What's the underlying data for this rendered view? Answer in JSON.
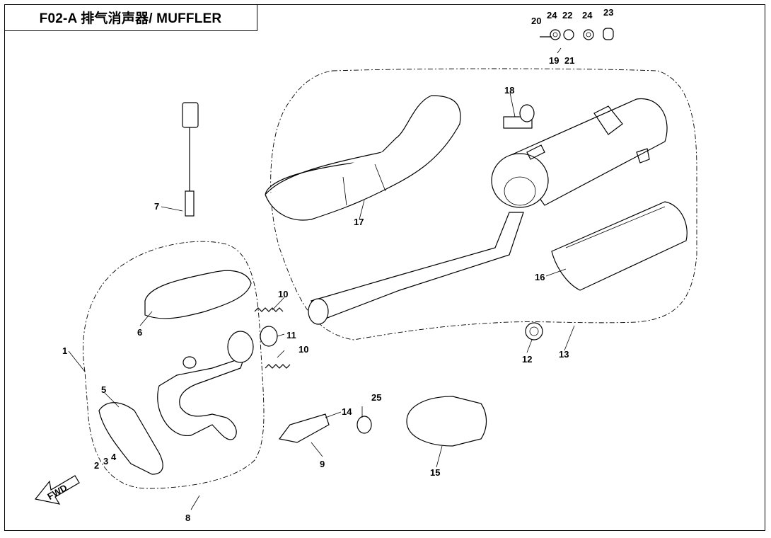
{
  "title": "F02-A 排气消声器/ MUFFLER",
  "fwd_label": "FWD",
  "callouts": [
    {
      "id": "c1",
      "text": "1"
    },
    {
      "id": "c2a",
      "text": "2"
    },
    {
      "id": "c3a",
      "text": "3"
    },
    {
      "id": "c4a",
      "text": "4"
    },
    {
      "id": "c5",
      "text": "5"
    },
    {
      "id": "c6",
      "text": "6"
    },
    {
      "id": "c7",
      "text": "7"
    },
    {
      "id": "c8",
      "text": "8"
    },
    {
      "id": "c9",
      "text": "9"
    },
    {
      "id": "c10a",
      "text": "10"
    },
    {
      "id": "c10b",
      "text": "10"
    },
    {
      "id": "c11",
      "text": "11"
    },
    {
      "id": "c12",
      "text": "12"
    },
    {
      "id": "c13",
      "text": "13"
    },
    {
      "id": "c14",
      "text": "14"
    },
    {
      "id": "c15",
      "text": "15"
    },
    {
      "id": "c16",
      "text": "16"
    },
    {
      "id": "c17",
      "text": "17"
    },
    {
      "id": "c18",
      "text": "18"
    },
    {
      "id": "c19",
      "text": "19"
    },
    {
      "id": "c20",
      "text": "20"
    },
    {
      "id": "c21",
      "text": "21"
    },
    {
      "id": "c22",
      "text": "22"
    },
    {
      "id": "c23",
      "text": "23"
    },
    {
      "id": "c24a",
      "text": "24"
    },
    {
      "id": "c24b",
      "text": "24"
    },
    {
      "id": "c25",
      "text": "25"
    }
  ]
}
